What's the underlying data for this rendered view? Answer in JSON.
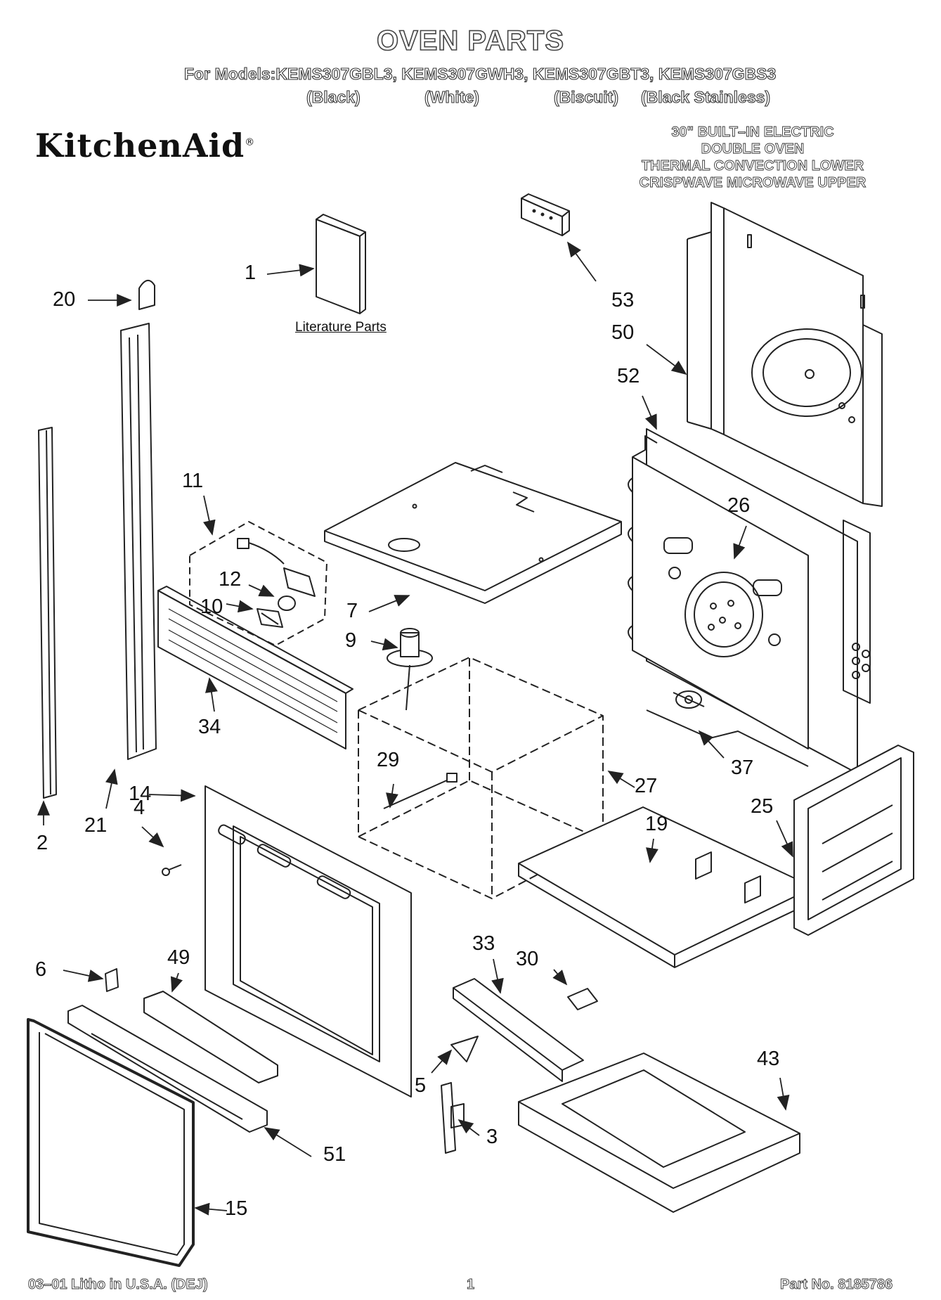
{
  "header": {
    "title": "OVEN PARTS",
    "models_line": "For Models:KEMS307GBL3, KEMS307GWH3, KEMS307GBT3, KEMS307GBS3",
    "colors": [
      "(Black)",
      "(White)",
      "(Biscuit)",
      "(Black Stainless)"
    ]
  },
  "brand": {
    "logo_text": "KitchenAid",
    "logo_mark": "®"
  },
  "product_description": [
    "30\" BUILT–IN ELECTRIC",
    "DOUBLE OVEN",
    "THERMAL CONVECTION LOWER",
    "CRISPWAVE MICROWAVE UPPER"
  ],
  "literature_label": "Literature Parts",
  "callouts": [
    "1",
    "2",
    "3",
    "4",
    "5",
    "6",
    "7",
    "9",
    "10",
    "11",
    "12",
    "14",
    "15",
    "19",
    "20",
    "21",
    "25",
    "26",
    "27",
    "29",
    "30",
    "33",
    "34",
    "37",
    "43",
    "49",
    "50",
    "51",
    "52",
    "53"
  ],
  "footer": {
    "litho": "03–01 Litho in U.S.A. (DEJ)",
    "page_number": "1",
    "part_number": "Part No. 8185786"
  }
}
